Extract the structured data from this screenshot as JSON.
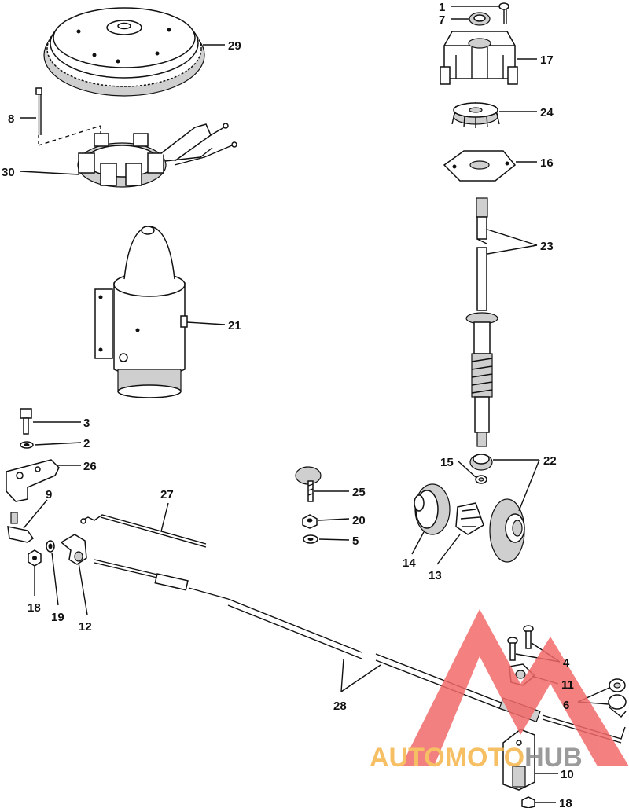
{
  "labels": {
    "l1": "1",
    "l2": "2",
    "l3": "3",
    "l4": "4",
    "l5": "5",
    "l6": "6",
    "l7": "7",
    "l8": "8",
    "l9": "9",
    "l10": "10",
    "l11": "11",
    "l12": "12",
    "l13": "13",
    "l14": "14",
    "l15": "15",
    "l16": "16",
    "l17": "17",
    "l18a": "18",
    "l18b": "18",
    "l19": "19",
    "l20": "20",
    "l21": "21",
    "l22": "22",
    "l23": "23",
    "l24": "24",
    "l25": "25",
    "l26": "26",
    "l27": "27",
    "l28": "28",
    "l29": "29",
    "l30": "30"
  },
  "watermark": {
    "part1": "AUTOMOTO",
    "part2": "HUB",
    "color_main": "#f26a6a",
    "color_part1": "#f5b54a",
    "color_part2": "#8a8a8a"
  }
}
